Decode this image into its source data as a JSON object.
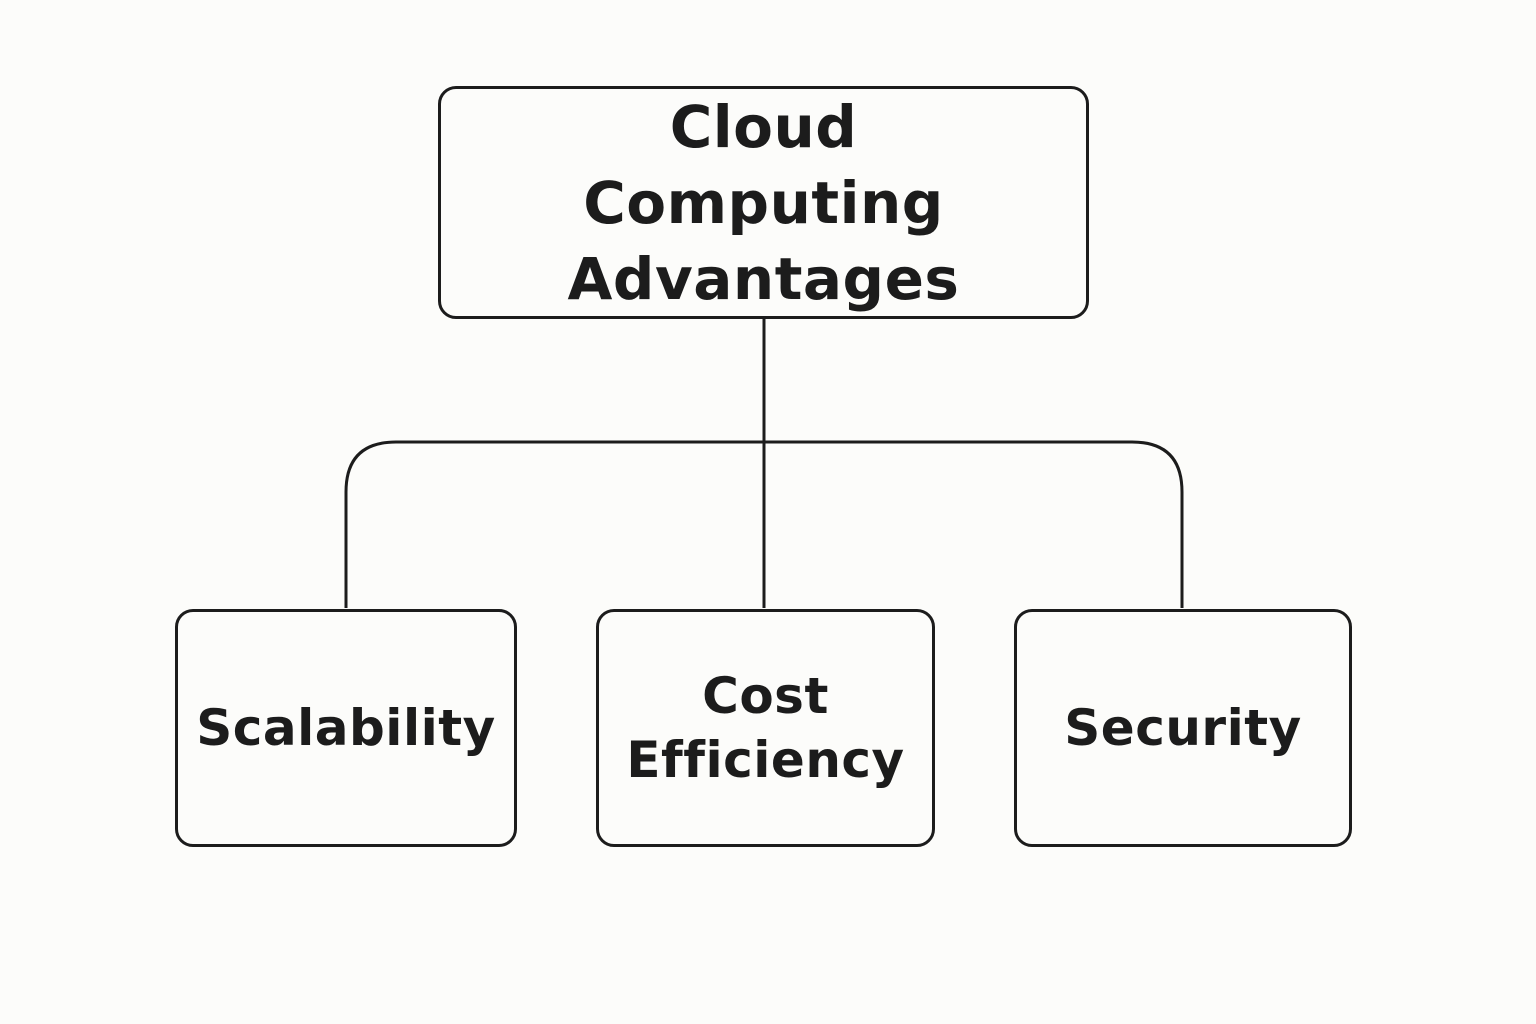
{
  "diagram": {
    "root": {
      "label": "Cloud Computing Advantages"
    },
    "children": [
      {
        "label": "Scalability"
      },
      {
        "label": "Cost Efficiency"
      },
      {
        "label": "Security"
      }
    ]
  },
  "colors": {
    "background": "#fcfcfa",
    "stroke": "#1c1c1c",
    "text": "#1c1c1c"
  }
}
